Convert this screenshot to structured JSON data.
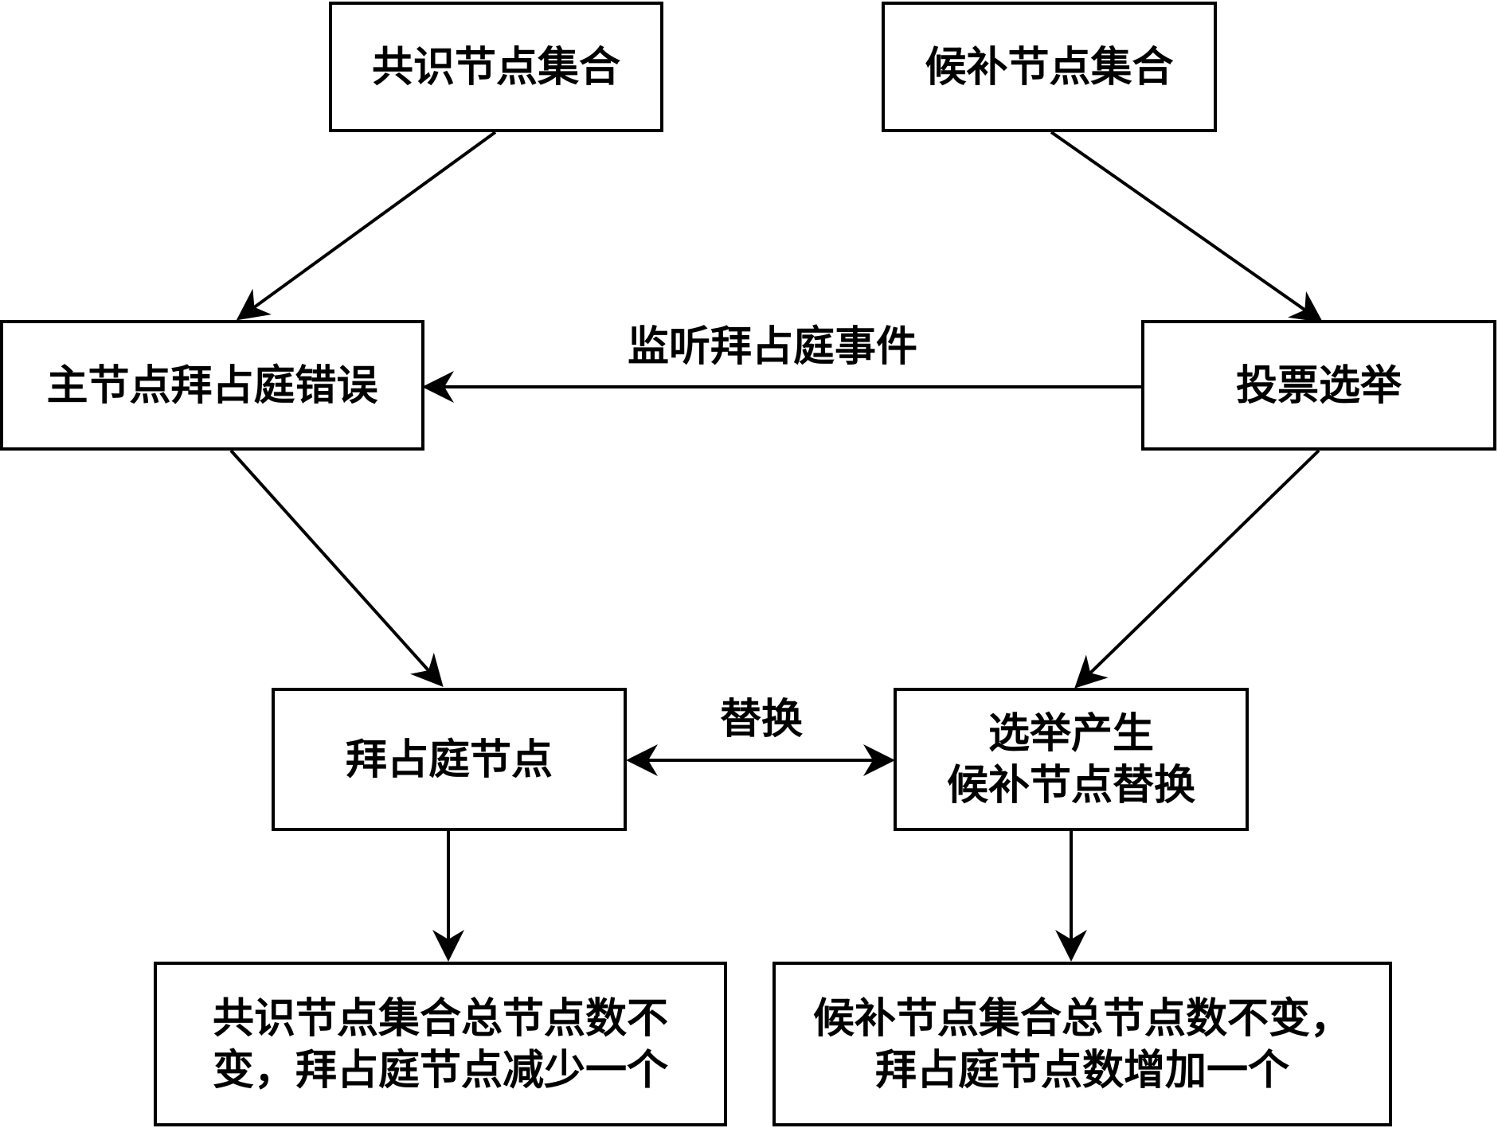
{
  "nodes": {
    "consensus_set": "共识节点集合",
    "candidate_set": "候补节点集合",
    "primary_fault": "主节点拜占庭错误",
    "voting": "投票选举",
    "byzantine_node": "拜占庭节点",
    "elect_replace": [
      "选举产生",
      "候补节点替换"
    ],
    "consensus_result": [
      "共识节点集合总节点数不",
      "变，拜占庭节点减少一个"
    ],
    "candidate_result": [
      "候补节点集合总节点数不变，",
      "拜占庭节点数增加一个"
    ]
  },
  "edge_labels": {
    "listen": "监听拜占庭事件",
    "replace": "替换"
  }
}
